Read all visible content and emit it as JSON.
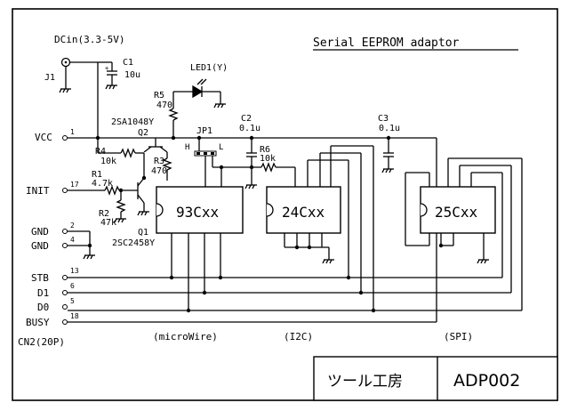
{
  "title": "Serial EEPROM adaptor",
  "power": {
    "label": "DCin(3.3-5V)",
    "jack": "J1",
    "cap": "C1",
    "cap_val": "10u"
  },
  "led": {
    "label": "LED1(Y)"
  },
  "r5": {
    "name": "R5",
    "val": "470"
  },
  "q2": {
    "part": "2SA1048Y",
    "name": "Q2"
  },
  "r4": {
    "name": "R4",
    "val": "10k"
  },
  "r3": {
    "name": "R3",
    "val": "470"
  },
  "r1": {
    "name": "R1",
    "val": "4.7k"
  },
  "r2": {
    "name": "R2",
    "val": "47k"
  },
  "q1": {
    "name": "Q1",
    "part": "2SC2458Y"
  },
  "c2": {
    "name": "C2",
    "val": "0.1u"
  },
  "c3": {
    "name": "C3",
    "val": "0.1u"
  },
  "jp1": {
    "name": "JP1",
    "h": "H",
    "l": "L"
  },
  "r6": {
    "name": "R6",
    "val": "10k"
  },
  "pins": [
    {
      "label": "VCC",
      "num": "1"
    },
    {
      "label": "INIT",
      "num": "17"
    },
    {
      "label": "GND",
      "num": "2"
    },
    {
      "label": "GND",
      "num": "4"
    },
    {
      "label": "STB",
      "num": "13"
    },
    {
      "label": "D1",
      "num": "6"
    },
    {
      "label": "D0",
      "num": "5"
    },
    {
      "label": "BUSY",
      "num": "18"
    }
  ],
  "connector": "CN2(20P)",
  "chips": [
    {
      "name": "93Cxx",
      "bus": "(microWire)"
    },
    {
      "name": "24Cxx",
      "bus": "(I2C)"
    },
    {
      "name": "25Cxx",
      "bus": "(SPI)"
    }
  ],
  "footer": {
    "brand": "ツール工房",
    "code": "ADP002"
  }
}
